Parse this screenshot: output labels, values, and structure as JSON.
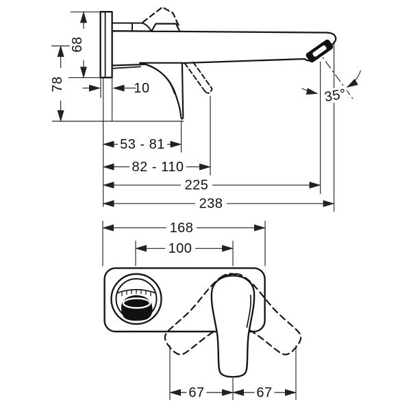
{
  "colors": {
    "background": "#ffffff",
    "object_line": "#161616",
    "dimension_line": "#222222",
    "aerator_fill": "#111111"
  },
  "side_view": {
    "dims": {
      "plate_height": "68",
      "outlet_drop": "78",
      "plate_depth": "10",
      "lever_reach": "53 - 81",
      "lever_swing_reach": "82 - 110",
      "spout_reach": "225",
      "overall_depth": "238",
      "outlet_angle": "35°"
    }
  },
  "front_view": {
    "dims": {
      "plate_width": "168",
      "outlet_to_handle": "100",
      "swing_left": "67",
      "swing_right": "67"
    }
  }
}
